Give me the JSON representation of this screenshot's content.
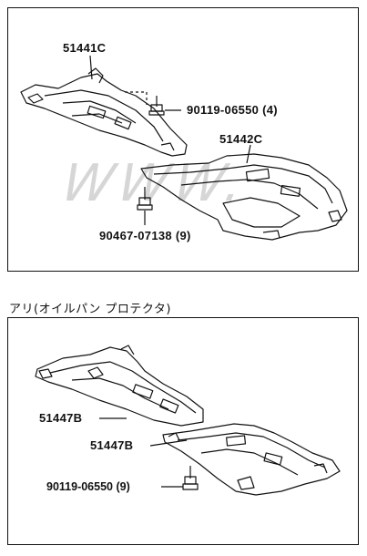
{
  "watermark": "WWW.",
  "top_panel": {
    "labels": {
      "part_a": "51441C",
      "bolt_a": "90119-06550 (4)",
      "part_b": "51442C",
      "bolt_b": "90467-07138 (9)"
    }
  },
  "bottom_panel": {
    "title": "アリ(オイルパン プロテクタ)",
    "labels": {
      "part_c": "51447B",
      "part_d": "51447B",
      "bolt_c": "90119-06550 (9)"
    }
  }
}
